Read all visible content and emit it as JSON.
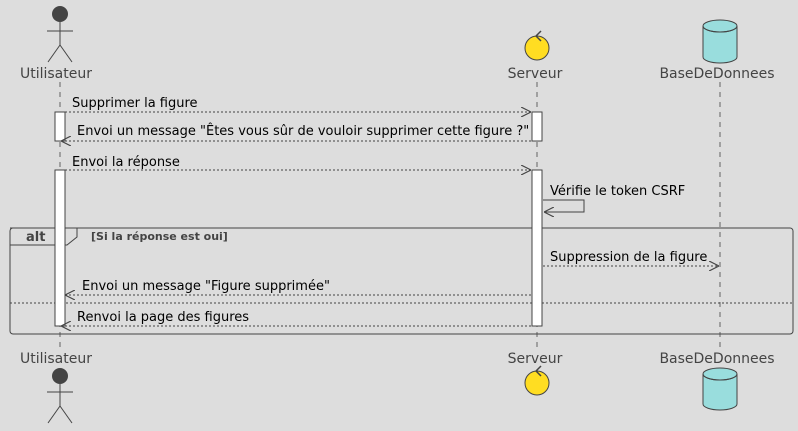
{
  "participants": [
    {
      "id": "user",
      "label": "Utilisateur",
      "kind": "actor"
    },
    {
      "id": "server",
      "label": "Serveur",
      "kind": "control"
    },
    {
      "id": "db",
      "label": "BaseDeDonnees",
      "kind": "database"
    }
  ],
  "messages": [
    {
      "id": "m1",
      "label": "Supprimer la figure",
      "from": "user",
      "to": "server",
      "style": "dashed"
    },
    {
      "id": "m2",
      "label": "Envoi un message \"Êtes vous sûr de vouloir supprimer cette figure ?\"",
      "from": "server",
      "to": "user",
      "style": "dashed"
    },
    {
      "id": "m3",
      "label": "Envoi la réponse",
      "from": "user",
      "to": "server",
      "style": "dashed"
    },
    {
      "id": "m4",
      "label": "Vérifie le token CSRF",
      "from": "server",
      "to": "server",
      "style": "solid"
    },
    {
      "id": "m5",
      "label": "Suppression de la figure",
      "from": "server",
      "to": "db",
      "style": "dashed"
    },
    {
      "id": "m6",
      "label": "Envoi un message \"Figure supprimée\"",
      "from": "server",
      "to": "user",
      "style": "dashed"
    },
    {
      "id": "m7",
      "label": "Renvoi la page des figures",
      "from": "server",
      "to": "user",
      "style": "dashed"
    }
  ],
  "fragment": {
    "type": "alt",
    "guard": "[Si la réponse est oui]"
  },
  "colors": {
    "background": "#dddddd",
    "line": "#444444",
    "actor": "#444444",
    "control": "#ffdd22",
    "database": "#99dddd",
    "activation": "#ffffff"
  }
}
